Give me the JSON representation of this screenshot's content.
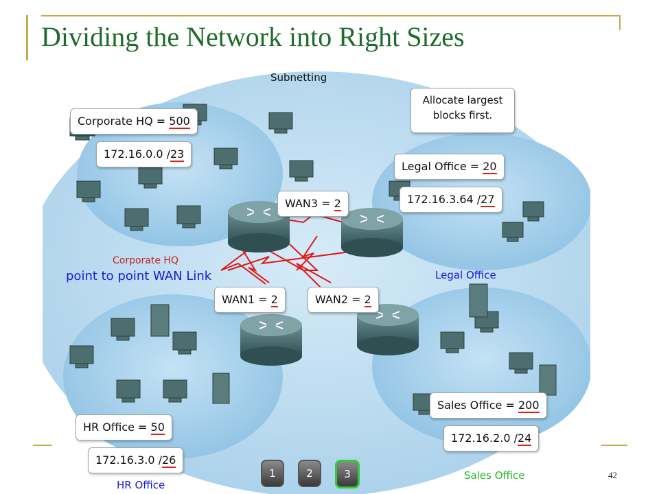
{
  "slide": {
    "title": "Dividing the Network into Right Sizes",
    "page_number": "42"
  },
  "diagram": {
    "heading": "Subnetting",
    "note": "Allocate largest blocks first.",
    "corporate": {
      "label": "Corporate HQ = 500",
      "name": "Corporate HQ = ",
      "hosts": "500",
      "prefix_ip": "172.16.0.0 /",
      "prefix_len": "23",
      "caption": "Corporate HQ"
    },
    "legal": {
      "name": "Legal Office = ",
      "hosts": "20",
      "prefix_ip": "172.16.3.64 /",
      "prefix_len": "27",
      "caption": "Legal Office"
    },
    "hr": {
      "name": "HR Office = ",
      "hosts": "50",
      "prefix_ip": "172.16.3.0 /",
      "prefix_len": "26",
      "caption": "HR Office"
    },
    "sales": {
      "name": "Sales Office = ",
      "hosts": "200",
      "prefix_ip": "172.16.2.0 /",
      "prefix_len": "24",
      "caption": "Sales Office"
    },
    "wan_links": [
      {
        "name": "WAN1 = ",
        "hosts": "2"
      },
      {
        "name": "WAN2 = ",
        "hosts": "2"
      },
      {
        "name": "WAN3 = ",
        "hosts": "2"
      }
    ],
    "wan_caption": "point to point WAN Link",
    "nav_buttons": [
      "1",
      "2",
      "3"
    ],
    "active_nav": "3",
    "colors": {
      "title_green": "#1f6b2b",
      "accent_gold": "#c8a84a",
      "cloud_blue": "#b7d9ef",
      "wan_red": "#e01818",
      "caption_blue": "#1a1ad6",
      "caption_green": "#22b822",
      "active_nav_border": "#33cc33"
    }
  }
}
